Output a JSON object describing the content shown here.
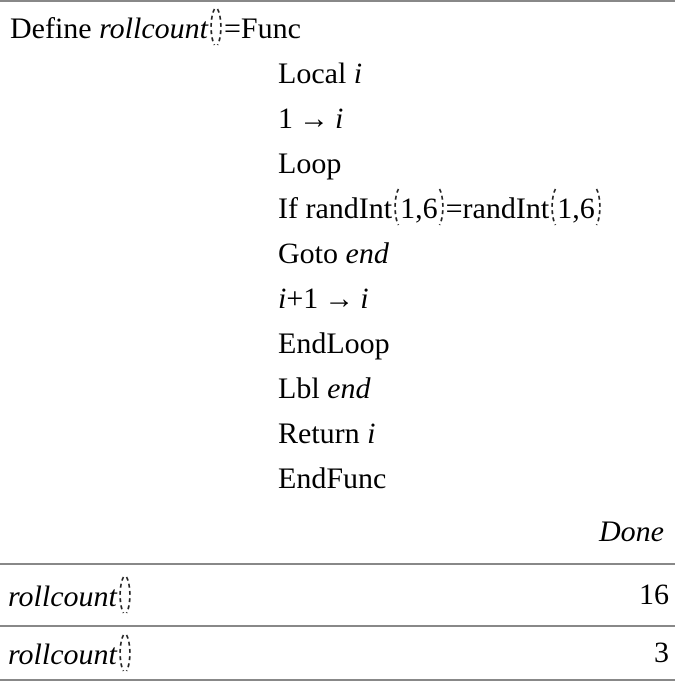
{
  "colors": {
    "background": "#ffffff",
    "text": "#000000",
    "divider": "#888888",
    "paren_stroke": "#222222"
  },
  "program": {
    "define_line": [
      [
        "r",
        "Define "
      ],
      [
        "i",
        "rollcount"
      ],
      [
        "pl",
        ""
      ],
      [
        "pr",
        ""
      ],
      [
        "r",
        "=Func"
      ]
    ],
    "body_lines": [
      [
        [
          "r",
          "Local "
        ],
        [
          "i",
          "i"
        ]
      ],
      [
        [
          "r",
          "1"
        ],
        [
          "ar",
          "→"
        ],
        [
          "i",
          "i"
        ]
      ],
      [
        [
          "r",
          "Loop"
        ]
      ],
      [
        [
          "r",
          "If randInt"
        ],
        [
          "pl",
          ""
        ],
        [
          "r",
          "1,6"
        ],
        [
          "pr",
          ""
        ],
        [
          "r",
          "=randInt"
        ],
        [
          "pl",
          ""
        ],
        [
          "r",
          "1,6"
        ],
        [
          "pr",
          ""
        ]
      ],
      [
        [
          "r",
          "Goto "
        ],
        [
          "i",
          "end"
        ]
      ],
      [
        [
          "i",
          "i"
        ],
        [
          "r",
          "+1"
        ],
        [
          "ar",
          "→"
        ],
        [
          "i",
          "i"
        ]
      ],
      [
        [
          "r",
          "EndLoop"
        ]
      ],
      [
        [
          "r",
          "Lbl "
        ],
        [
          "i",
          "end"
        ]
      ],
      [
        [
          "r",
          "Return "
        ],
        [
          "i",
          "i"
        ]
      ],
      [
        [
          "r",
          "EndFunc"
        ]
      ]
    ],
    "result": "Done"
  },
  "history": [
    {
      "expression": [
        [
          "i",
          "rollcount"
        ],
        [
          "pl",
          ""
        ],
        [
          "pr",
          ""
        ]
      ],
      "result": "16"
    },
    {
      "expression": [
        [
          "i",
          "rollcount"
        ],
        [
          "pl",
          ""
        ],
        [
          "pr",
          ""
        ]
      ],
      "result": "3"
    }
  ]
}
